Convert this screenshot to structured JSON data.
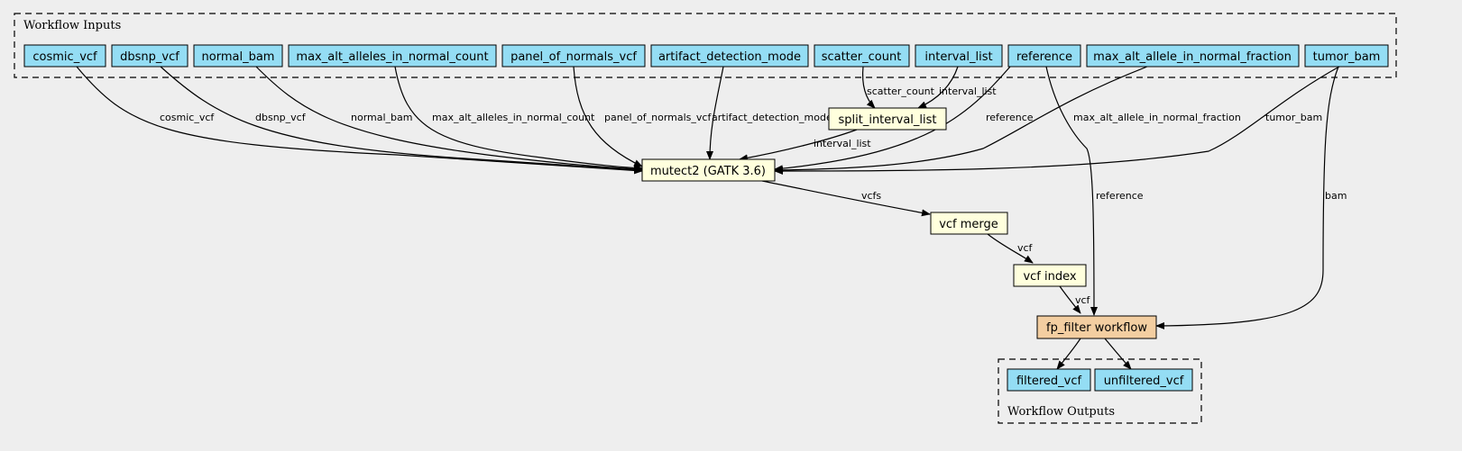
{
  "clusters": {
    "inputs_label": "Workflow Inputs",
    "outputs_label": "Workflow Outputs"
  },
  "colors": {
    "background": "#eeeeee",
    "io_node": "#94ddf4",
    "step_node": "#ffffdd",
    "subworkflow_node": "#f3cea1"
  },
  "inputs": {
    "cosmic_vcf": "cosmic_vcf",
    "dbsnp_vcf": "dbsnp_vcf",
    "normal_bam": "normal_bam",
    "max_alt_alleles_in_normal_count": "max_alt_alleles_in_normal_count",
    "panel_of_normals_vcf": "panel_of_normals_vcf",
    "artifact_detection_mode": "artifact_detection_mode",
    "scatter_count": "scatter_count",
    "interval_list": "interval_list",
    "reference": "reference",
    "max_alt_allele_in_normal_fraction": "max_alt_allele_in_normal_fraction",
    "tumor_bam": "tumor_bam"
  },
  "steps": {
    "split_interval_list": "split_interval_list",
    "mutect2": "mutect2 (GATK 3.6)",
    "vcf_merge": "vcf merge",
    "vcf_index": "vcf index",
    "fp_filter": "fp_filter workflow"
  },
  "outputs": {
    "filtered_vcf": "filtered_vcf",
    "unfiltered_vcf": "unfiltered_vcf"
  },
  "edge_labels": {
    "cosmic_vcf": "cosmic_vcf",
    "dbsnp_vcf": "dbsnp_vcf",
    "normal_bam": "normal_bam",
    "max_alt_alleles_in_normal_count": "max_alt_alleles_in_normal_count",
    "panel_of_normals_vcf": "panel_of_normals_vcf",
    "artifact_detection_mode": "artifact_detection_mode",
    "scatter_count": "scatter_count",
    "interval_list_in": "interval_list",
    "reference_mutect": "reference",
    "max_alt_allele_in_normal_fraction": "max_alt_allele_in_normal_fraction",
    "tumor_bam": "tumor_bam",
    "interval_list_split": "interval_list",
    "vcfs": "vcfs",
    "vcf_merge_out": "vcf",
    "vcf_index_out": "vcf",
    "reference_filter": "reference",
    "bam": "bam"
  }
}
